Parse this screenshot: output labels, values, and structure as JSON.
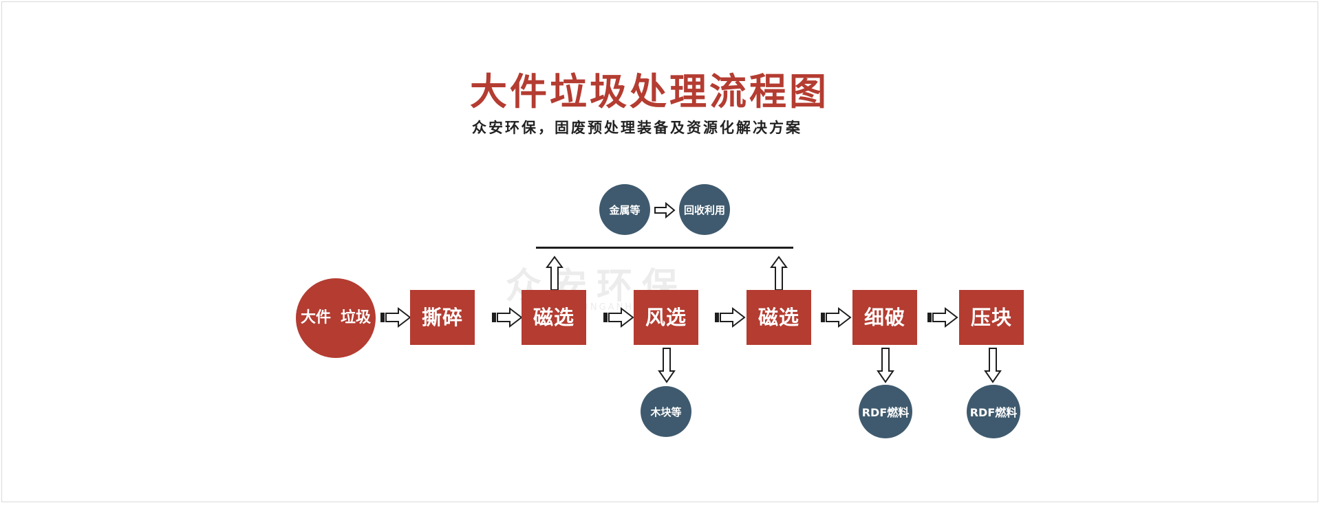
{
  "title": "大件垃圾处理流程图",
  "subtitle": "众安环保，固废预处理装备及资源化解决方案",
  "watermark": {
    "text": "众安环保",
    "url": "ZHONGANHB.COM"
  },
  "start": {
    "line1": "大件",
    "line2": "垃圾"
  },
  "steps": [
    "撕碎",
    "磁选",
    "风选",
    "磁选",
    "细破",
    "压块"
  ],
  "outputs": {
    "metal": "金属等",
    "recycle": "回收利用",
    "wood": "木块等",
    "rdf1": "RDF燃料",
    "rdf2": "RDF燃料"
  },
  "colors": {
    "accent": "#b43c31",
    "node_dark": "#3f5a6e",
    "line": "#1e1e1e"
  }
}
